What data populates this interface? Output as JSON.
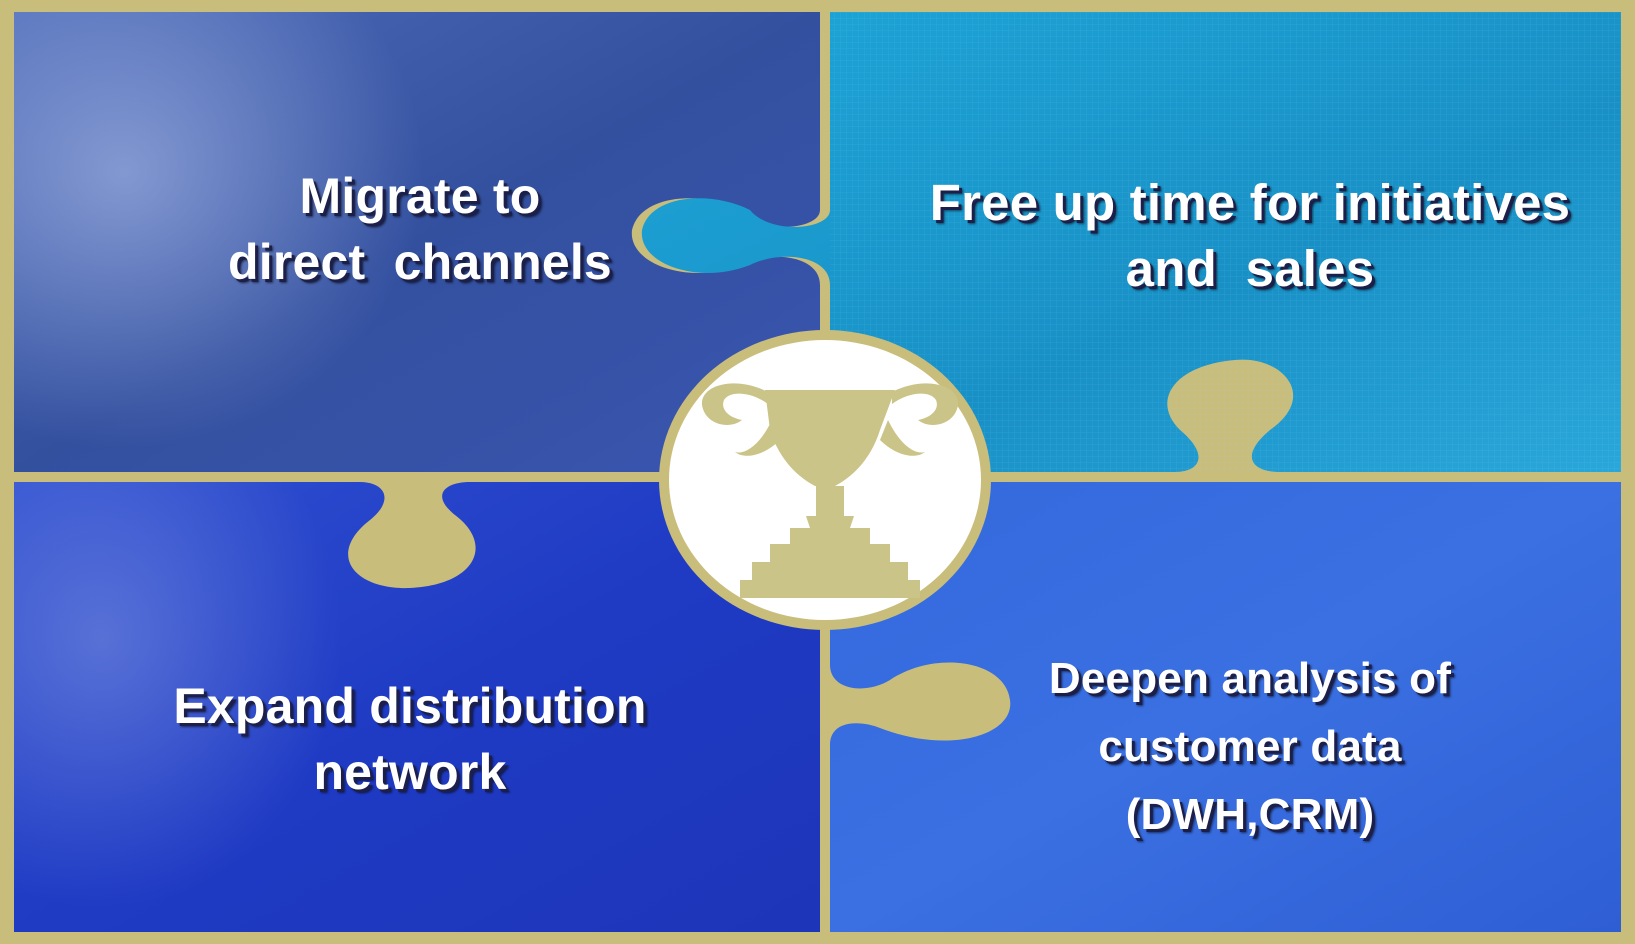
{
  "pieces": {
    "top_left": {
      "text": "Migrate to\ndirect  channels"
    },
    "top_right": {
      "text": "Free up time for initiatives\nand  sales"
    },
    "bottom_left": {
      "text": "Expand distribution\nnetwork"
    },
    "bottom_right": {
      "text": "Deepen analysis of\ncustomer data\n(DWH,CRM)"
    }
  },
  "center": {
    "icon": "trophy-icon"
  },
  "colors": {
    "border_gold": "#c9bd7c",
    "top_left_blue": "#2e4caa",
    "top_right_cyan": "#1a9bd0",
    "bottom_left_blue": "#1f3fc8",
    "bottom_right_blue": "#3a6ee0",
    "trophy_gold": "#cbc488"
  }
}
